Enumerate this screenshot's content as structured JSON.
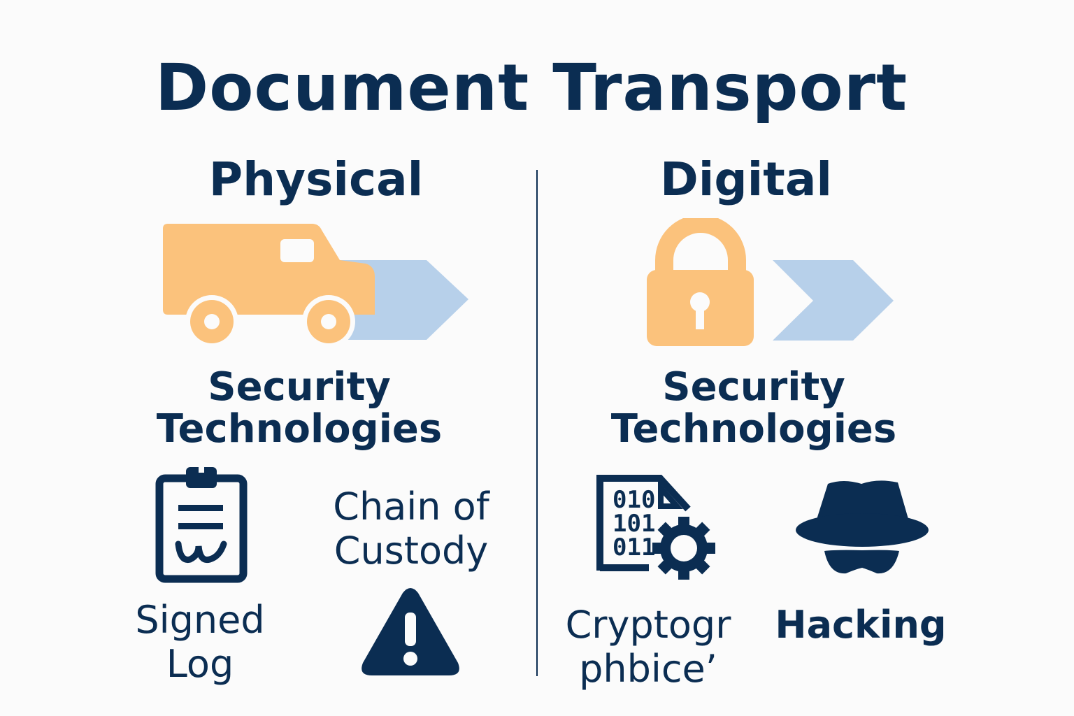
{
  "title": "Document Transport",
  "colors": {
    "navy": "#0b2d52",
    "orange": "#fbc27c",
    "light_blue": "#b7d0ea"
  },
  "physical": {
    "heading": "Physical",
    "security_line1": "Security",
    "security_line2": "Technologies",
    "items": [
      {
        "label_line1": "Signed",
        "label_line2": "Log",
        "icon": "clipboard-icon"
      },
      {
        "label_line1": "Chain of",
        "label_line2": "Custody",
        "icon": "warning-icon"
      }
    ],
    "main_icon": "truck-icon"
  },
  "digital": {
    "heading": "Digital",
    "security_line1": "Security",
    "security_line2": "Technologies",
    "items": [
      {
        "label_line1": "Cryptogr",
        "label_line2": "phbice’",
        "icon": "binary-document-gear-icon",
        "binary_rows": [
          "010",
          "101",
          "011"
        ]
      },
      {
        "label_line1": "Hacking",
        "icon": "hacker-hat-icon"
      }
    ],
    "main_icon": "padlock-icon"
  }
}
